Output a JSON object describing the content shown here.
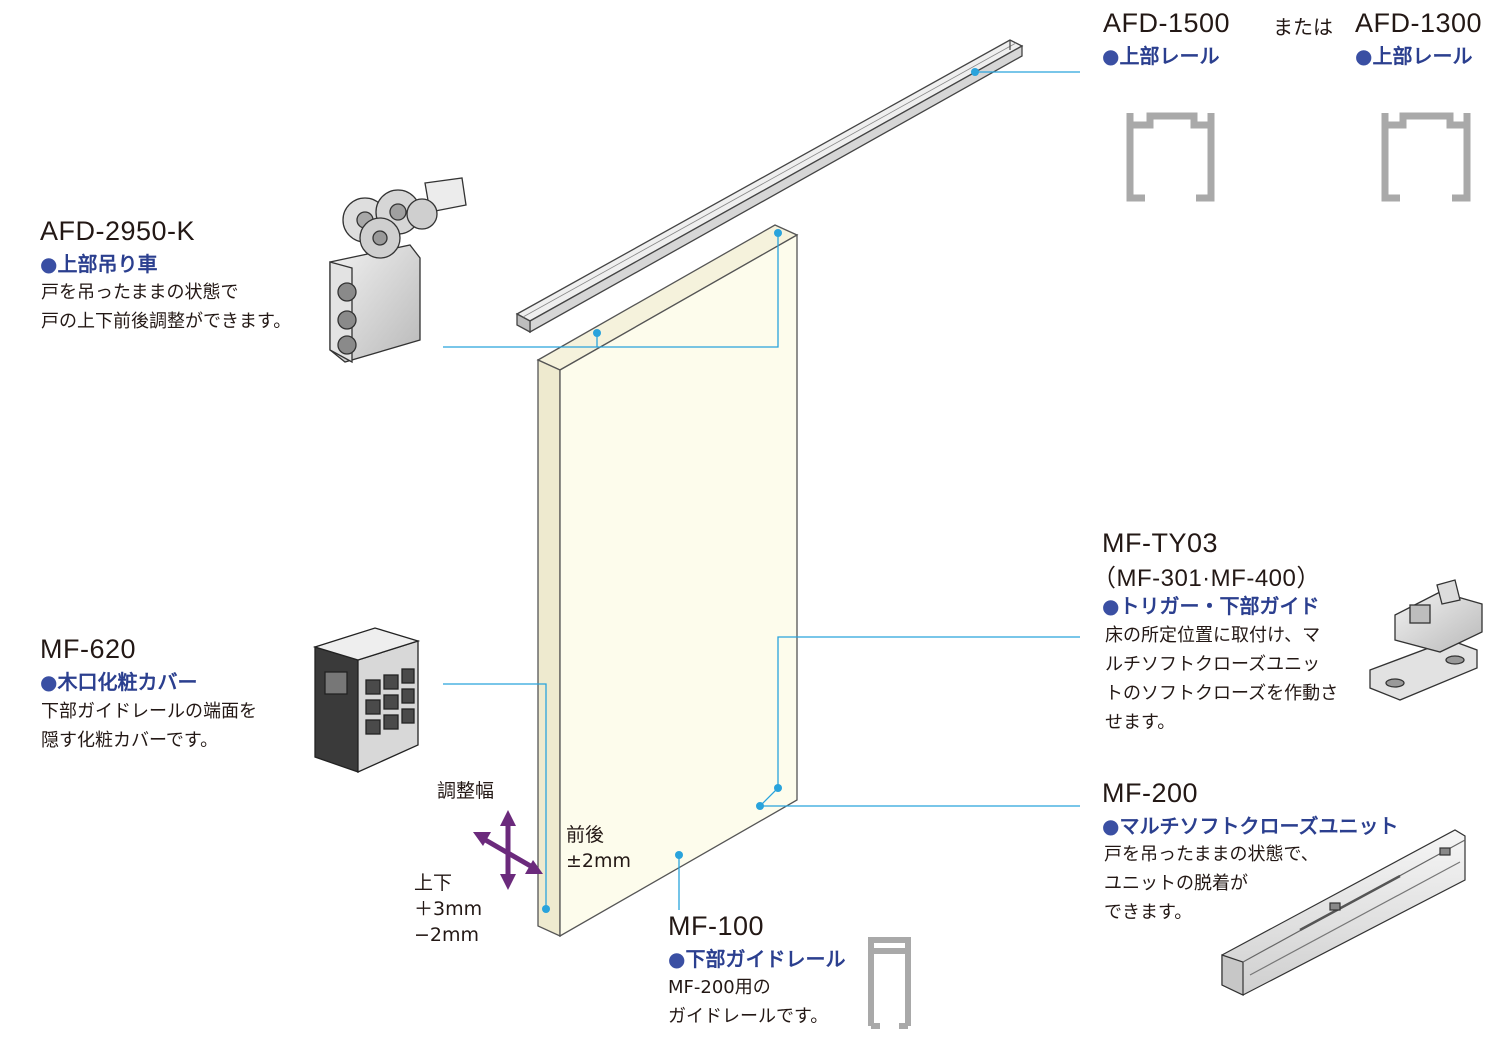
{
  "parts": {
    "rail_1500": {
      "code": "AFD-1500",
      "name": "上部レール"
    },
    "or_text": "または",
    "rail_1300": {
      "code": "AFD-1300",
      "name": "上部レール"
    },
    "hanger": {
      "code": "AFD-2950-K",
      "name": "上部吊り車",
      "desc": "戸を吊ったままの状態で\n戸の上下前後調整ができます。"
    },
    "cover": {
      "code": "MF-620",
      "name": "木口化粧カバー",
      "desc": "下部ガイドレールの端面を\n隠す化粧カバーです。"
    },
    "trigger": {
      "code": "MF-TY03",
      "alt": "（MF-301·MF-400）",
      "name": "トリガー・下部ガイド",
      "desc": "床の所定位置に取付け、マ\nルチソフトクローズユニッ\nトのソフトクローズを作動さ\nせます。"
    },
    "unit": {
      "code": "MF-200",
      "name": "マルチソフトクローズユニット",
      "desc": "戸を吊ったままの状態で、\nユニットの脱着が\nできます。"
    },
    "guide_rail": {
      "code": "MF-100",
      "name": "下部ガイドレール",
      "desc": "MF-200用の\nガイドレールです。"
    }
  },
  "adjust": {
    "title": "調整幅",
    "front_back": "前後\n±2mm",
    "up_down": "上下\n＋3mm\n−2mm"
  },
  "colors": {
    "leader": "#29a3dc",
    "bullet": "#3a4fa3",
    "part_name": "#2b3f8f",
    "door_face": "#fdfcec",
    "arrow": "#6b2a7c",
    "metal": "#c8c8c8"
  }
}
